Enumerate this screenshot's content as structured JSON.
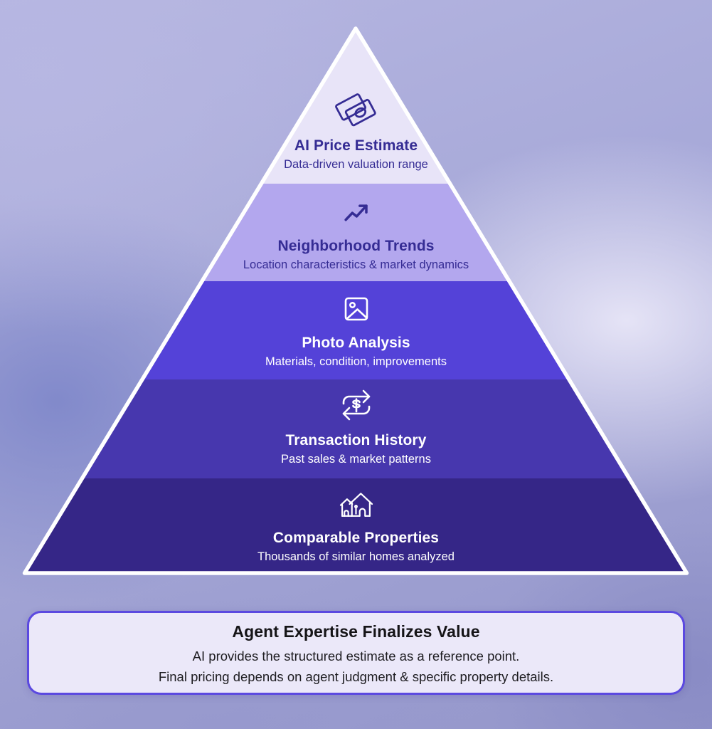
{
  "pyramid": {
    "outline_color": "#ffffff",
    "tiers": [
      {
        "title": "AI Price Estimate",
        "subtitle": "Data-driven valuation range",
        "color": "#e8e4f8",
        "text_color": "#352c94",
        "icon": "banknotes-icon"
      },
      {
        "title": "Neighborhood Trends",
        "subtitle": "Location characteristics & market dynamics",
        "color": "#b3a7ee",
        "text_color": "#352c94",
        "icon": "trending-up-icon"
      },
      {
        "title": "Photo Analysis",
        "subtitle": "Materials, condition, improvements",
        "color": "#5442d8",
        "text_color": "#ffffff",
        "icon": "photo-icon"
      },
      {
        "title": "Transaction History",
        "subtitle": "Past sales & market patterns",
        "color": "#4737ae",
        "text_color": "#ffffff",
        "icon": "dollar-cycle-icon"
      },
      {
        "title": "Comparable Properties",
        "subtitle": "Thousands of similar homes analyzed",
        "color": "#352687",
        "text_color": "#ffffff",
        "icon": "houses-icon"
      }
    ]
  },
  "footer_card": {
    "title": "Agent Expertise Finalizes Value",
    "line1": "AI provides the structured estimate as a reference point.",
    "line2": "Final pricing depends on agent judgment & specific property details.",
    "background": "#ebe8f9",
    "border_color": "#5b49e0"
  }
}
